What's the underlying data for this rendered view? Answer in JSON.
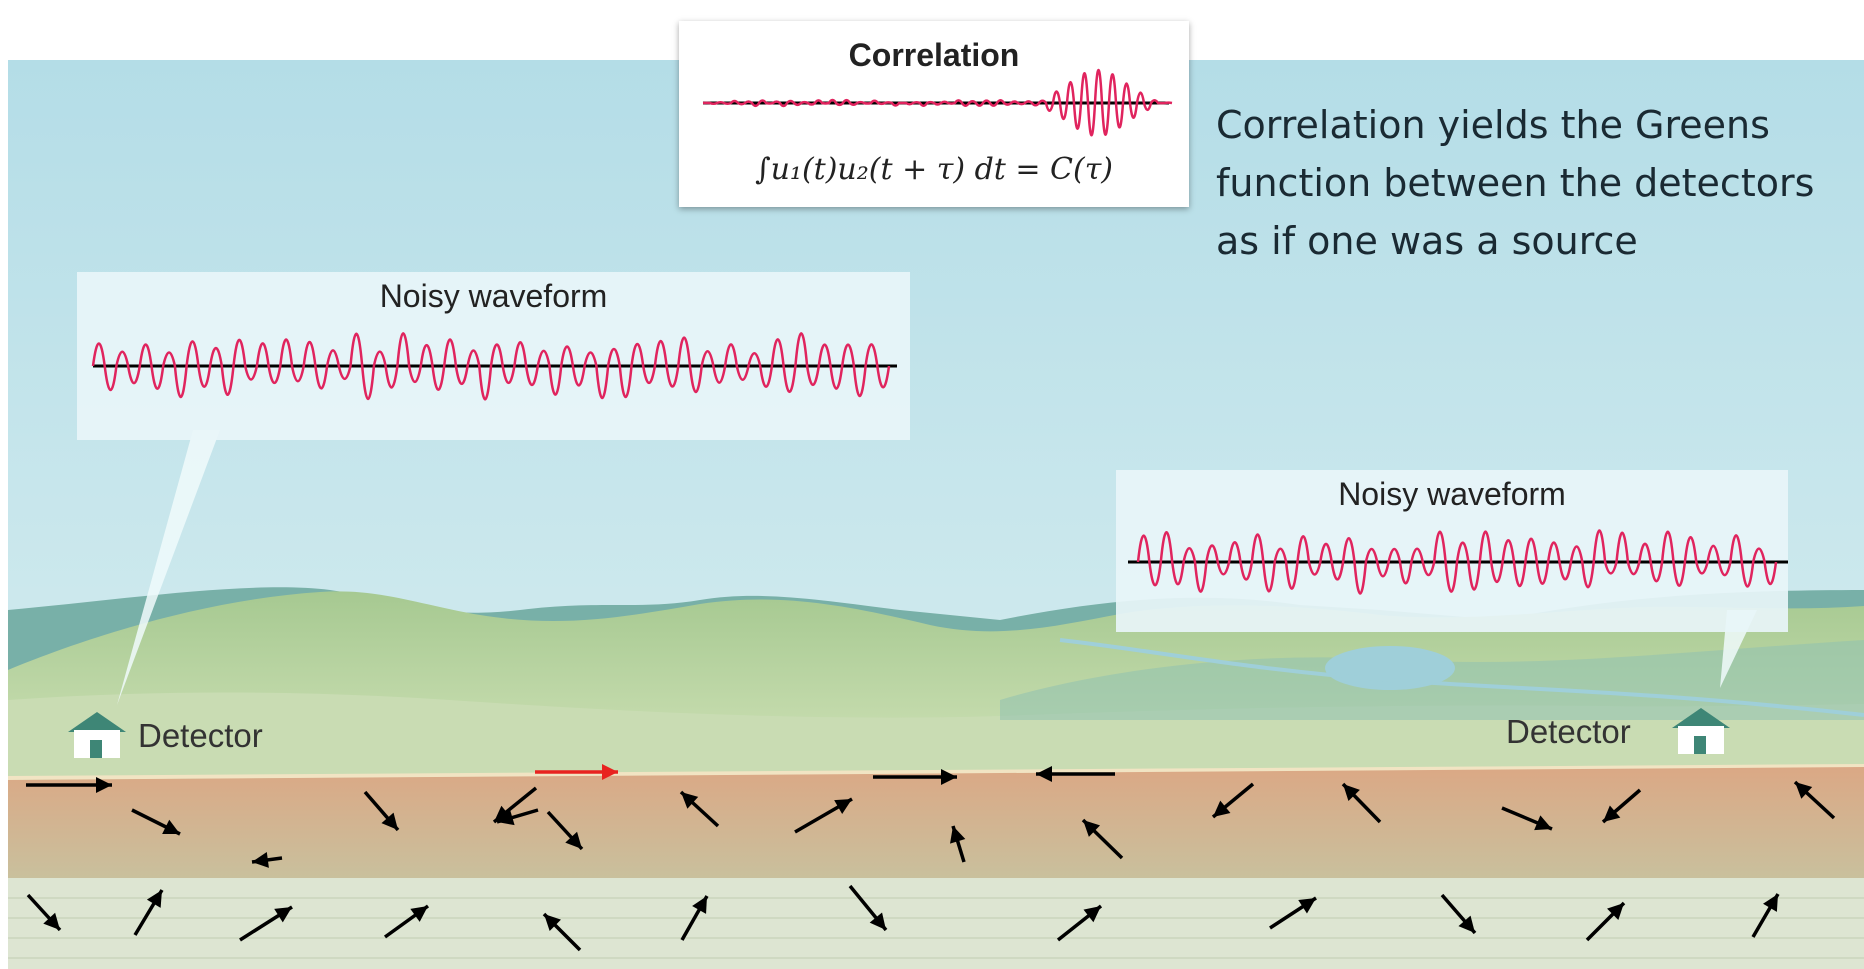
{
  "correlation_panel": {
    "title": "Correlation",
    "formula": "∫u₁(t)u₂(t + τ) dt = C(τ)"
  },
  "caption": "Correlation yields the Greens function between the detectors as if one was a source",
  "left_panel": {
    "title": "Noisy waveform"
  },
  "right_panel": {
    "title": "Noisy waveform"
  },
  "detectors": {
    "left_label": "Detector",
    "right_label": "Detector"
  },
  "colors": {
    "sky": "#bfe3ec",
    "waveform": "#e0245e",
    "baseline": "#000000",
    "highlight_arrow": "#e8231f",
    "upper_ground": "#d2b08e",
    "lower_ground": "#dbe3cf",
    "hills": "#b9d4a6",
    "house": "#5a9a8a"
  },
  "icons": {
    "detector": "house-icon",
    "noise_direction": "arrow-icon"
  }
}
